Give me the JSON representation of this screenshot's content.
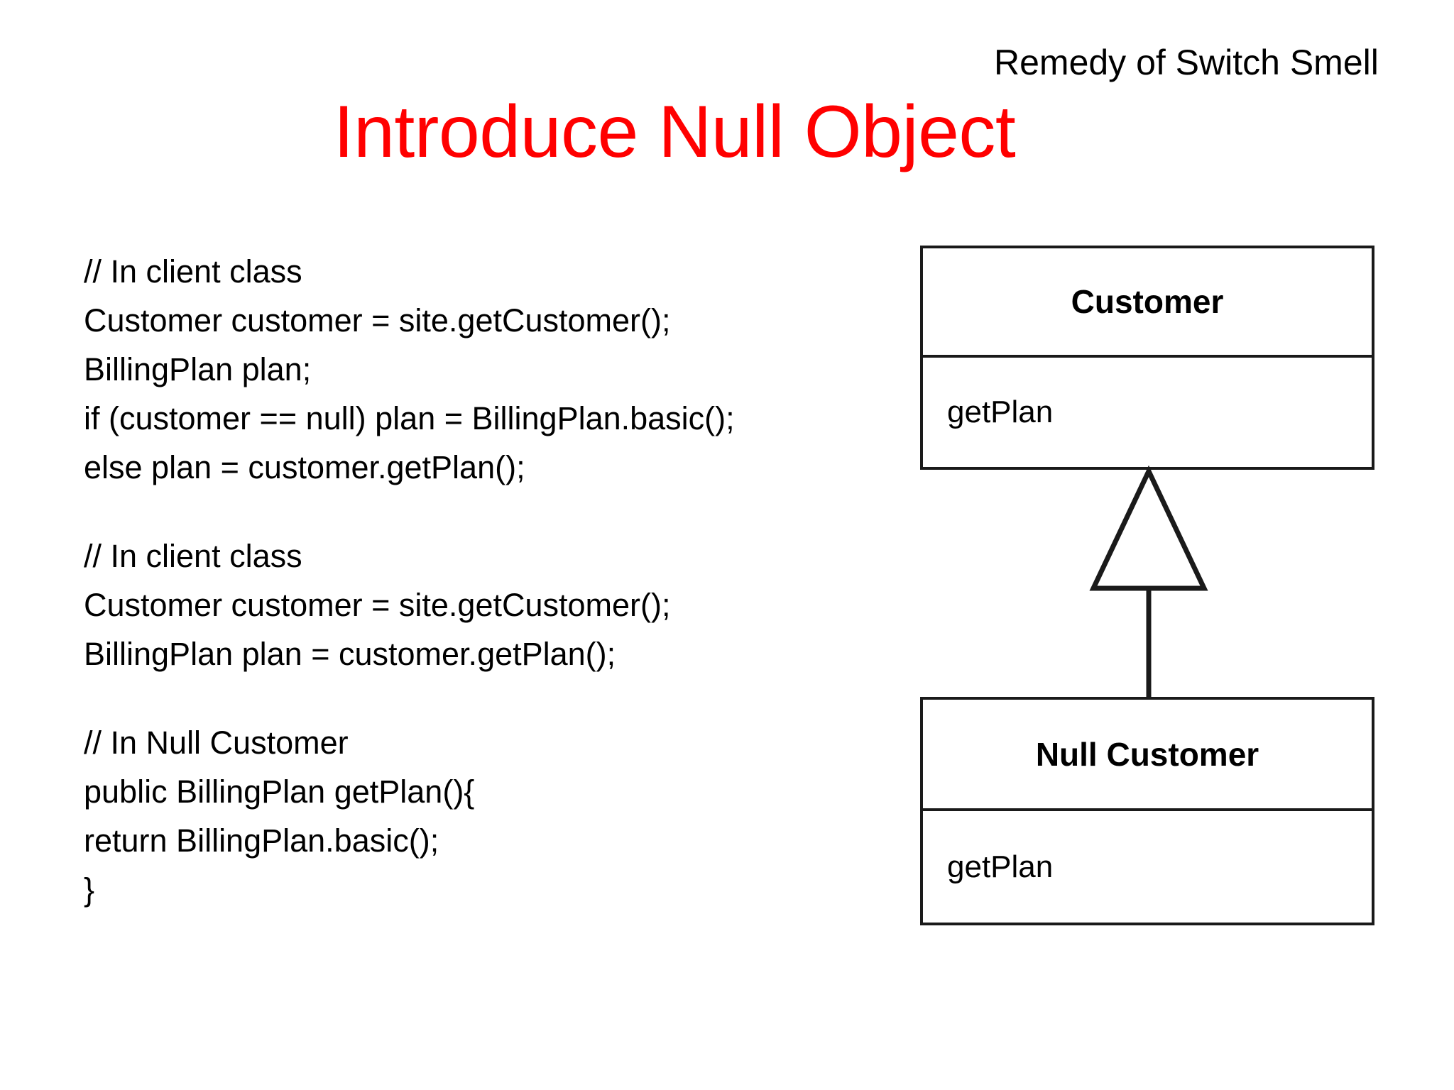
{
  "slide": {
    "header_label": "Remedy of Switch Smell",
    "title": "Introduce Null Object",
    "title_color": "#ff0000",
    "background_color": "#ffffff",
    "text_color": "#000000"
  },
  "code_blocks": [
    {
      "name": "client-class-before",
      "lines": [
        "// In client class",
        "Customer customer = site.getCustomer();",
        "BillingPlan plan;",
        "if (customer == null) plan = BillingPlan.basic();",
        "else plan = customer.getPlan();"
      ]
    },
    {
      "name": "client-class-after",
      "lines": [
        "// In client class",
        "Customer customer = site.getCustomer();",
        "BillingPlan plan = customer.getPlan();"
      ]
    },
    {
      "name": "null-customer-class",
      "lines": [
        "// In Null Customer",
        "public BillingPlan getPlan(){",
        "return BillingPlan.basic();",
        "}"
      ]
    }
  ],
  "uml": {
    "relationship": "generalization",
    "arrow_direction": "up",
    "classes": [
      {
        "name": "Customer",
        "operations": "getPlan"
      },
      {
        "name": "Null Customer",
        "operations": "getPlan"
      }
    ]
  }
}
